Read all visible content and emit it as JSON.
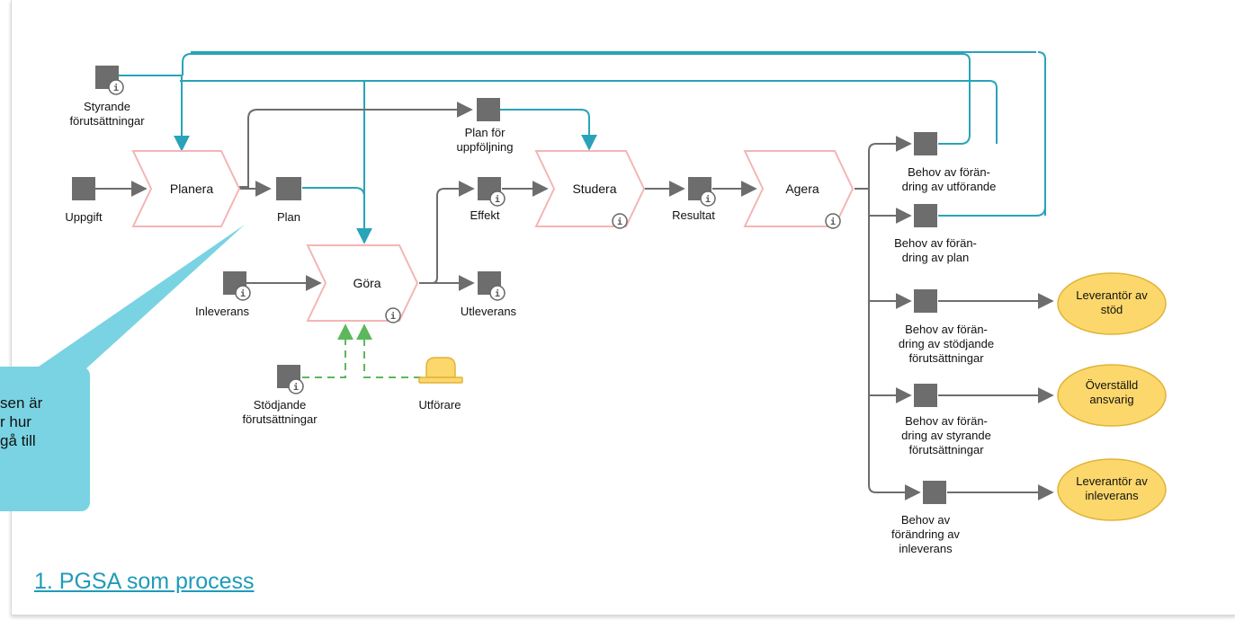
{
  "diagram": {
    "items": {
      "styrande": "Styrande\nförutsättningar",
      "uppgift": "Uppgift",
      "plan": "Plan",
      "inleverans": "Inleverans",
      "stodjande": "Stödjande\nförutsättningar",
      "utforare": "Utförare",
      "plan_uppfoljning": "Plan för\nuppföljning",
      "effekt": "Effekt",
      "utleverans": "Utleverans",
      "resultat": "Resultat",
      "behov_utforande": "Behov av förän-\ndring av utförande",
      "behov_plan": "Behov av förän-\ndring av plan",
      "behov_stodjande": "Behov av förän-\ndring av stödjande\nförutsättningar",
      "behov_styrande": "Behov av förän-\ndring av styrande\nförutsättningar",
      "behov_inleverans": "Behov av\nförändring av\ninleverans"
    },
    "processes": {
      "planera": "Planera",
      "gora": "Göra",
      "studera": "Studera",
      "agera": "Agera"
    },
    "roles": {
      "leverantor_stod": "Leverantör av\nstöd",
      "overstalld": "Överställd\nansvarig",
      "leverantor_inleverans": "Leverantör av\ninleverans"
    },
    "info_icon": "i"
  },
  "callout": {
    "text": "sen är\nr hur\ngå till"
  },
  "link": {
    "title": "1. PGSA som process"
  },
  "colors": {
    "arrow_gray": "#6d6d6d",
    "arrow_teal": "#29a3b8",
    "arrow_green": "#5cb85c",
    "process_border": "#f4b5b5",
    "role_fill": "#fcd76b",
    "role_border": "#e0b43b",
    "callout": "#79d3e3",
    "link": "#1f9bb8"
  }
}
